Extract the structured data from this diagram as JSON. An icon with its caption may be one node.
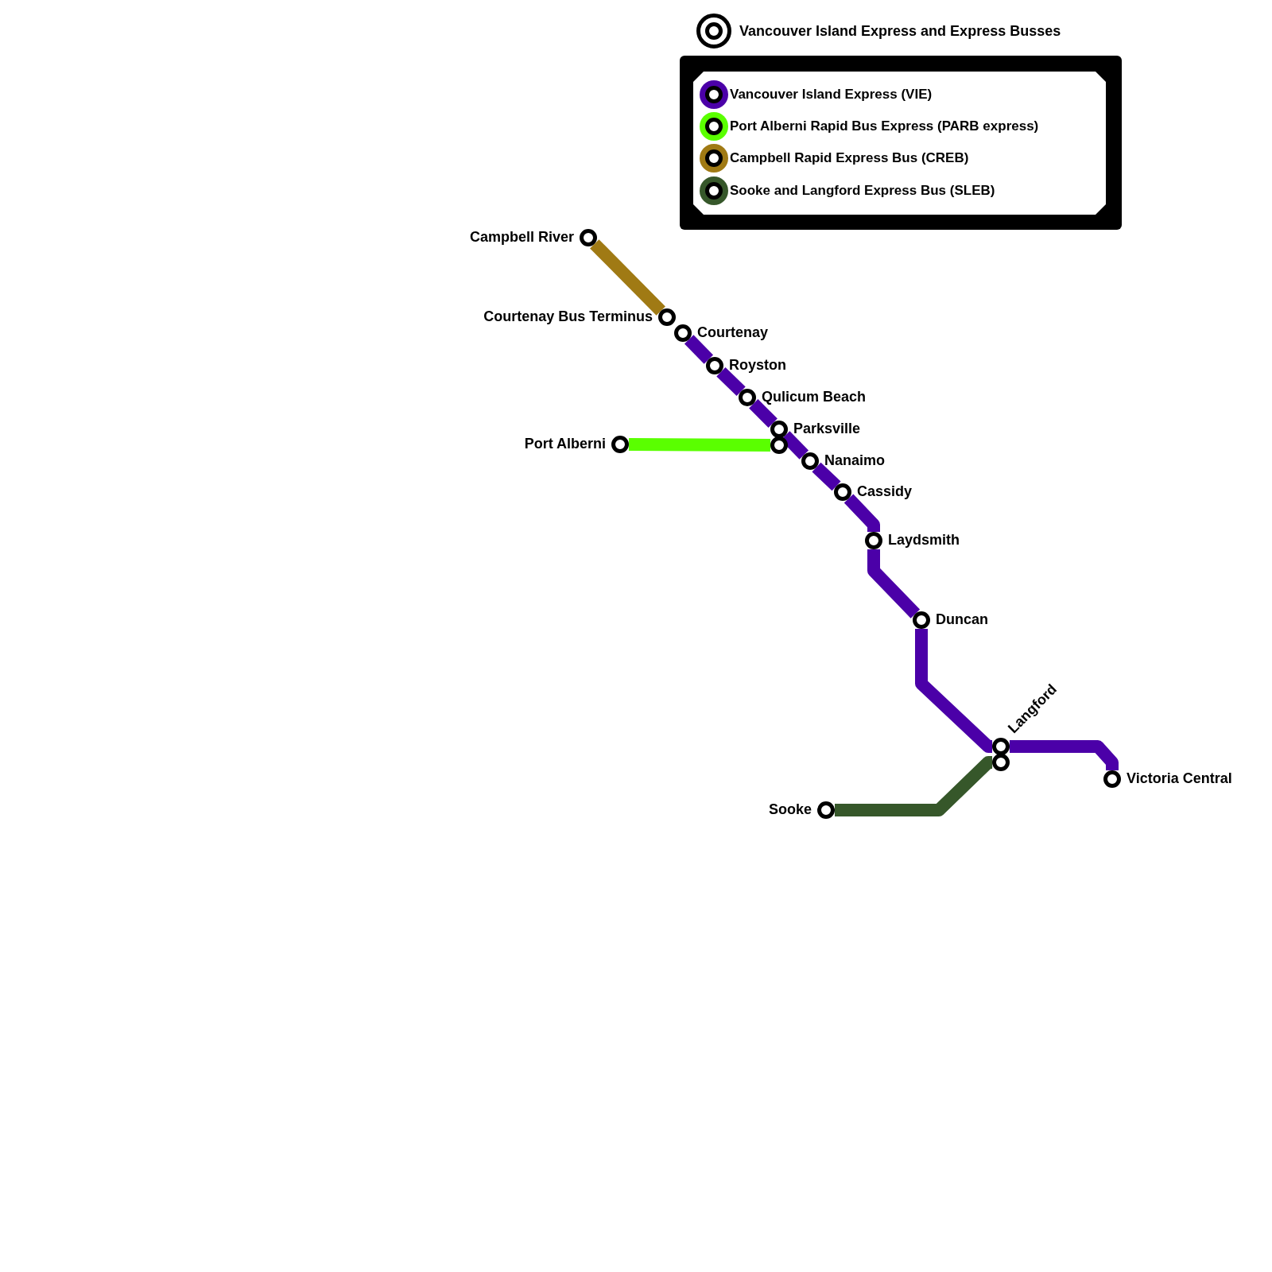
{
  "diagram": {
    "nodes": [
      {
        "text": [
          "Campbell River"
        ]
      },
      {
        "text": [
          "Courtenay Bus Terminus"
        ]
      },
      {
        "text": [
          "Courtenay"
        ]
      },
      {
        "text": [
          "Royston"
        ]
      },
      {
        "text": [
          "Qulicum Beach"
        ]
      },
      {
        "text": [
          "Parksville"
        ]
      },
      {
        "text": [
          "Port Alberni"
        ]
      },
      {
        "text": [],
        "shape": "circle"
      },
      {
        "text": [
          "Nanaimo"
        ]
      },
      {
        "text": [
          "Cassidy"
        ]
      },
      {
        "text": [
          "Laydsmith"
        ]
      },
      {
        "text": [
          "Duncan"
        ]
      },
      {
        "text": [
          "Langford"
        ]
      },
      {
        "text": [],
        "shape": "circle"
      },
      {
        "text": [
          "Sooke"
        ]
      },
      {
        "text": [
          "Victoria Central"
        ]
      }
    ],
    "edges": [
      {
        "from": 0,
        "to": 1,
        "arrow": "none",
        "color": "#a07a14"
      },
      {
        "from": 2,
        "to": 3,
        "arrow": "none"
      },
      {
        "from": 3,
        "to": 4,
        "arrow": "none"
      },
      {
        "from": 4,
        "to": 5,
        "arrow": "none"
      },
      {
        "from": 5,
        "to": 8,
        "arrow": "none"
      },
      {
        "from": 8,
        "to": 9,
        "arrow": "none"
      },
      {
        "from": 9,
        "to": 10,
        "arrow": "none"
      },
      {
        "from": 10,
        "to": 11,
        "arrow": "none"
      },
      {
        "from": 11,
        "to": 12,
        "arrow": "none"
      },
      {
        "from": 12,
        "to": 15,
        "arrow": "none"
      },
      {
        "from": 6,
        "to": 7,
        "arrow": "none",
        "color": "#5aff00"
      },
      {
        "from": 14,
        "to": 13,
        "arrow": "none",
        "color": "#36572a"
      }
    ],
    "legend": [
      {
        "text": "Vancouver Island Express and Express Busses"
      },
      {
        "text": "Vancouver Island Express (VIE)",
        "color": "#4b00a8"
      },
      {
        "text": "Port Alberni Rapid Bus Express (PARB express)",
        "color": "#5aff00"
      },
      {
        "text": "Campbell Rapid Express Bus (CREB)",
        "color": "#a07a14"
      },
      {
        "text": "Sooke and Langford Express Bus (SLEB)",
        "color": "#36572a"
      }
    ]
  }
}
